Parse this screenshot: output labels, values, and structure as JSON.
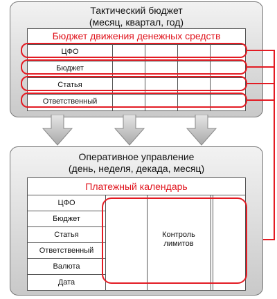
{
  "top_panel": {
    "title_line1": "Тактический бюджет",
    "title_line2": "(месяц, квартал, год)",
    "table_title": "Бюджет движения денежных средств",
    "rows": [
      "ЦФО",
      "Бюджет",
      "Статья",
      "Ответственный"
    ]
  },
  "bottom_panel": {
    "title_line1": "Оперативное управление",
    "title_line2": "(день, неделя, декада, месяц)",
    "table_title": "Платежный календарь",
    "rows": [
      "ЦФО",
      "Бюджет",
      "Статья",
      "Ответственный",
      "Валюта",
      "Дата"
    ],
    "control_label_line1": "Контроль",
    "control_label_line2": "лимитов"
  },
  "colors": {
    "accent_red": "#e31b23",
    "panel_gray": "#d4d4d4",
    "arrow_gray": "#bdbdbd"
  }
}
